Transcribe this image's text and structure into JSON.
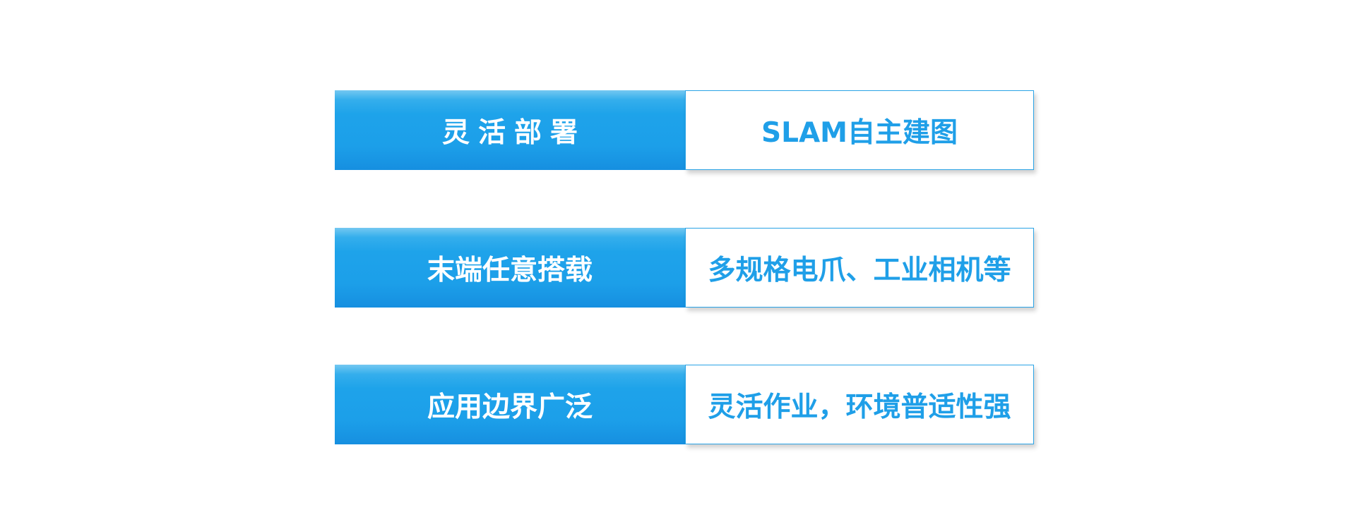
{
  "rows": [
    {
      "label": "灵活部署",
      "value": "SLAM自主建图"
    },
    {
      "label": "末端任意搭载",
      "value": "多规格电爪、工业相机等"
    },
    {
      "label": "应用边界广泛",
      "value": "灵活作业，环境普适性强"
    }
  ],
  "colors": {
    "label_bg": "#1c9fe9",
    "label_text": "#ffffff",
    "value_text": "#1f9fe8",
    "value_border": "#2aa3e6"
  }
}
